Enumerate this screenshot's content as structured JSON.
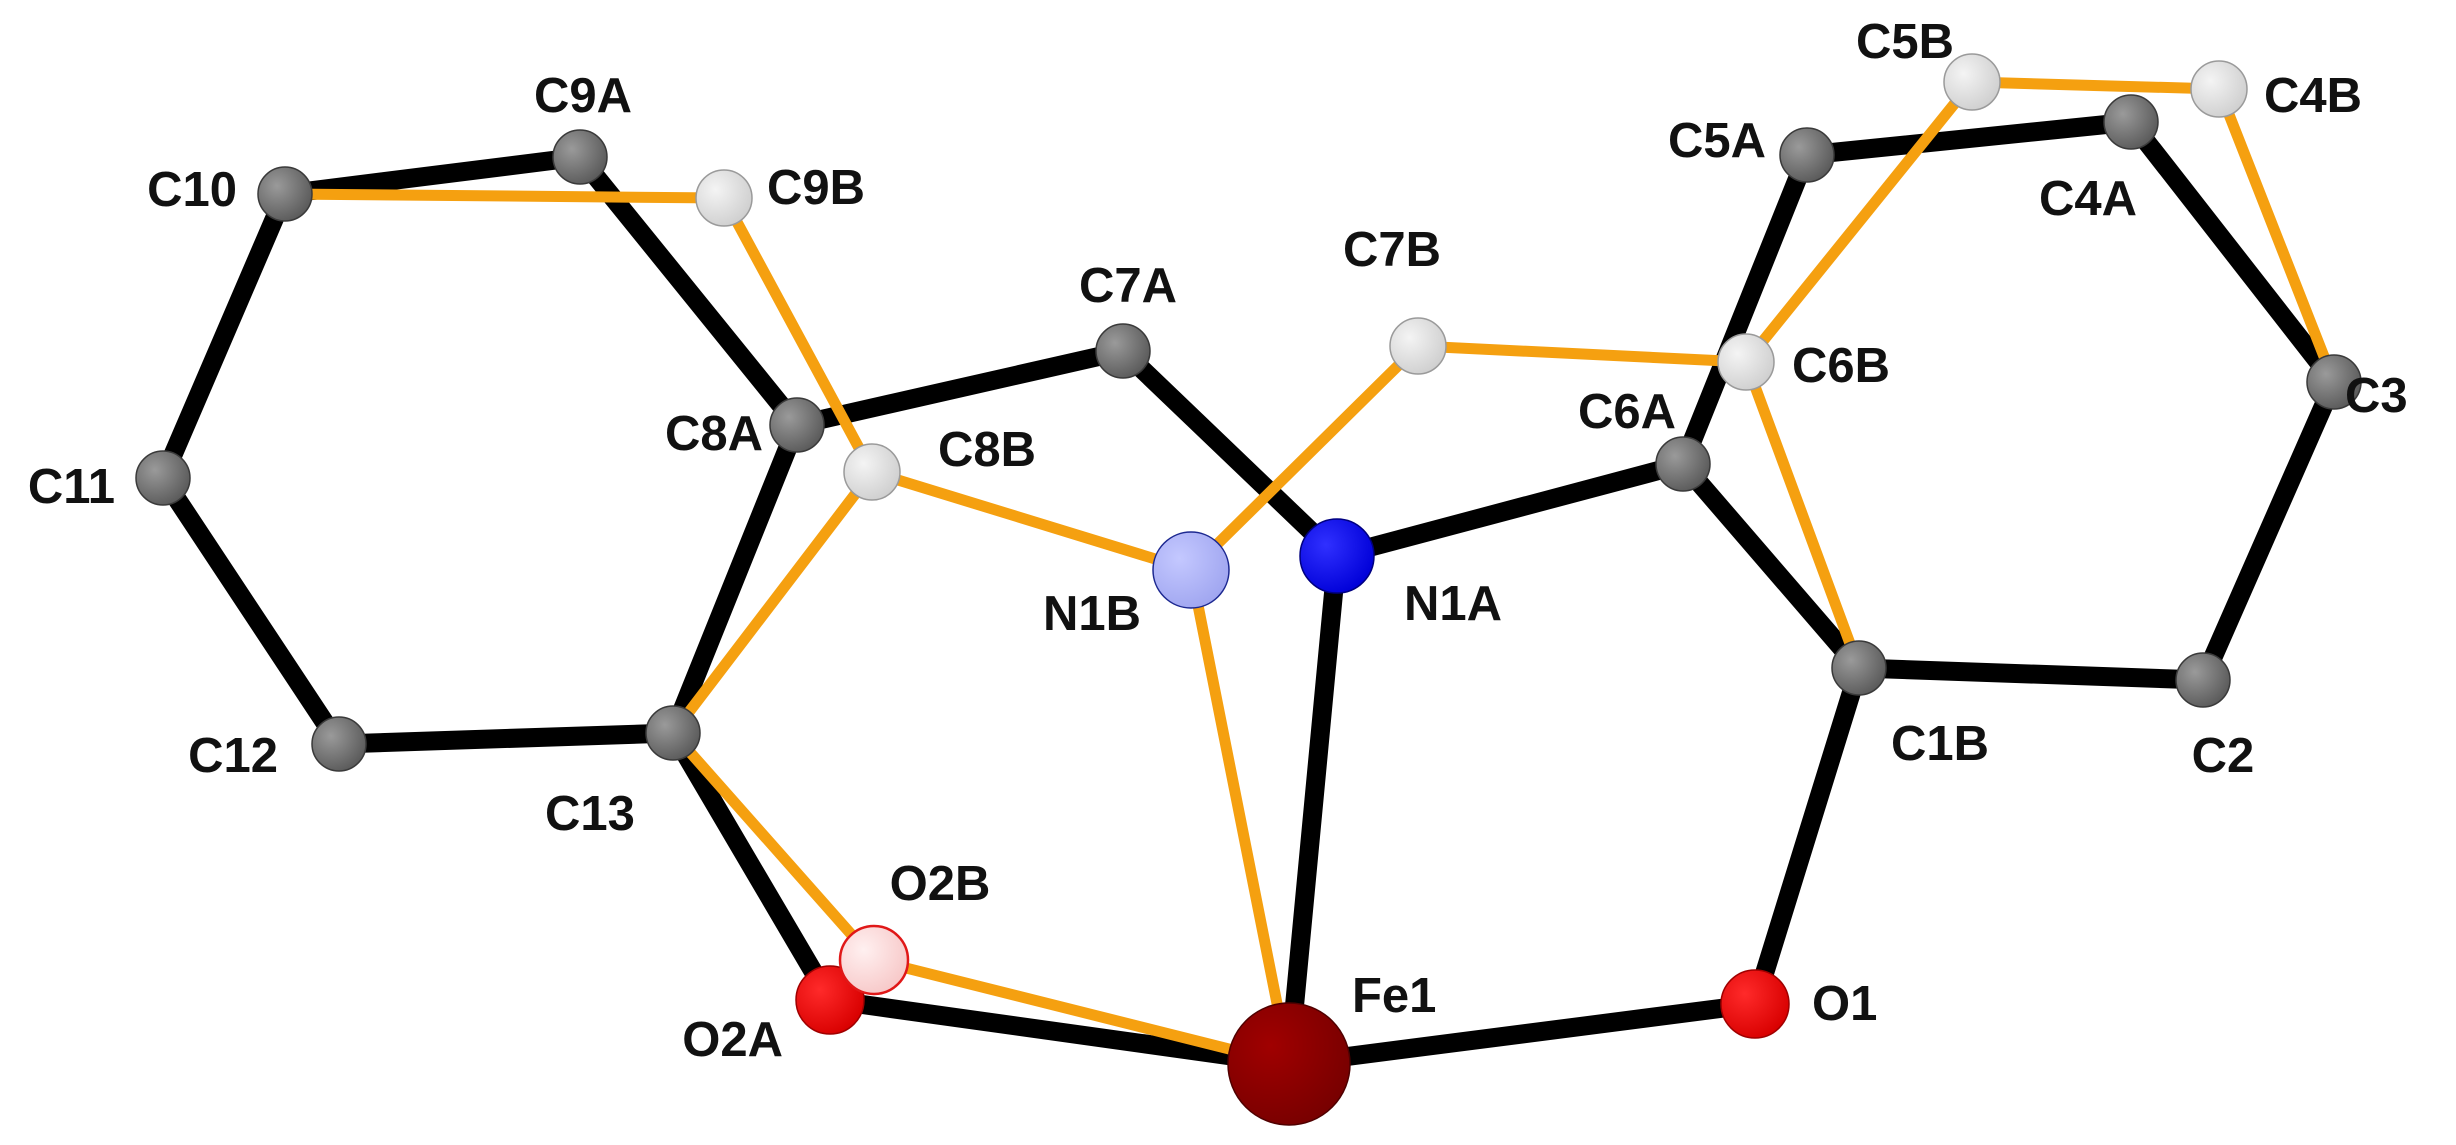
{
  "atoms": [
    {
      "id": "Fe1",
      "label": "Fe1",
      "element": "Fe",
      "variant": "A"
    },
    {
      "id": "O1",
      "label": "O1",
      "element": "O",
      "variant": "A"
    },
    {
      "id": "O2A",
      "label": "O2A",
      "element": "O",
      "variant": "A"
    },
    {
      "id": "O2B",
      "label": "O2B",
      "element": "O",
      "variant": "B"
    },
    {
      "id": "N1A",
      "label": "N1A",
      "element": "N",
      "variant": "A"
    },
    {
      "id": "N1B",
      "label": "N1B",
      "element": "N",
      "variant": "B"
    },
    {
      "id": "C1B",
      "label": "C1B",
      "element": "C",
      "variant": "A"
    },
    {
      "id": "C2",
      "label": "C2",
      "element": "C",
      "variant": "A"
    },
    {
      "id": "C3",
      "label": "C3",
      "element": "C",
      "variant": "A"
    },
    {
      "id": "C4A",
      "label": "C4A",
      "element": "C",
      "variant": "A"
    },
    {
      "id": "C4B",
      "label": "C4B",
      "element": "C",
      "variant": "B"
    },
    {
      "id": "C5A",
      "label": "C5A",
      "element": "C",
      "variant": "A"
    },
    {
      "id": "C5B",
      "label": "C5B",
      "element": "C",
      "variant": "B"
    },
    {
      "id": "C6A",
      "label": "C6A",
      "element": "C",
      "variant": "A"
    },
    {
      "id": "C6B",
      "label": "C6B",
      "element": "C",
      "variant": "B"
    },
    {
      "id": "C7A",
      "label": "C7A",
      "element": "C",
      "variant": "A"
    },
    {
      "id": "C7B",
      "label": "C7B",
      "element": "C",
      "variant": "B"
    },
    {
      "id": "C8A",
      "label": "C8A",
      "element": "C",
      "variant": "A"
    },
    {
      "id": "C8B",
      "label": "C8B",
      "element": "C",
      "variant": "B"
    },
    {
      "id": "C9A",
      "label": "C9A",
      "element": "C",
      "variant": "A"
    },
    {
      "id": "C9B",
      "label": "C9B",
      "element": "C",
      "variant": "B"
    },
    {
      "id": "C10",
      "label": "C10",
      "element": "C",
      "variant": "A"
    },
    {
      "id": "C11",
      "label": "C11",
      "element": "C",
      "variant": "A"
    },
    {
      "id": "C12",
      "label": "C12",
      "element": "C",
      "variant": "A"
    },
    {
      "id": "C13",
      "label": "C13",
      "element": "C",
      "variant": "A"
    }
  ],
  "bonds_black": [
    [
      "Fe1",
      "O2A"
    ],
    [
      "Fe1",
      "O1"
    ],
    [
      "Fe1",
      "N1A"
    ],
    [
      "O2A",
      "C13"
    ],
    [
      "C13",
      "C12"
    ],
    [
      "C12",
      "C11"
    ],
    [
      "C11",
      "C10"
    ],
    [
      "C10",
      "C9A"
    ],
    [
      "C9A",
      "C8A"
    ],
    [
      "C8A",
      "C13"
    ],
    [
      "C8A",
      "C7A"
    ],
    [
      "C7A",
      "N1A"
    ],
    [
      "N1A",
      "C6A"
    ],
    [
      "C6A",
      "C5A"
    ],
    [
      "C5A",
      "C4A"
    ],
    [
      "C4A",
      "C3"
    ],
    [
      "C3",
      "C2"
    ],
    [
      "C2",
      "C1B"
    ],
    [
      "C1B",
      "C6A"
    ],
    [
      "C1B",
      "O1"
    ]
  ],
  "bonds_orange": [
    [
      "Fe1",
      "O2B"
    ],
    [
      "O2B",
      "C13"
    ],
    [
      "Fe1",
      "N1B"
    ],
    [
      "N1B",
      "C8B"
    ],
    [
      "C8B",
      "C13"
    ],
    [
      "C8B",
      "C9B"
    ],
    [
      "C9B",
      "C10"
    ],
    [
      "N1B",
      "C7B"
    ],
    [
      "C7B",
      "C6B"
    ],
    [
      "C6B",
      "C5B"
    ],
    [
      "C5B",
      "C4B"
    ],
    [
      "C4B",
      "C3"
    ],
    [
      "C6B",
      "C1B"
    ]
  ],
  "colors": {
    "Fe": "#8b0000",
    "O_A": "#ee0000",
    "O_B": "#fcd4d4",
    "N_A": "#0000ee",
    "N_B": "#aab0f5",
    "C_A": "#6e6e6e",
    "C_B": "#dcdcdc",
    "bond_A": "#000000",
    "bond_B": "#f5a010"
  }
}
